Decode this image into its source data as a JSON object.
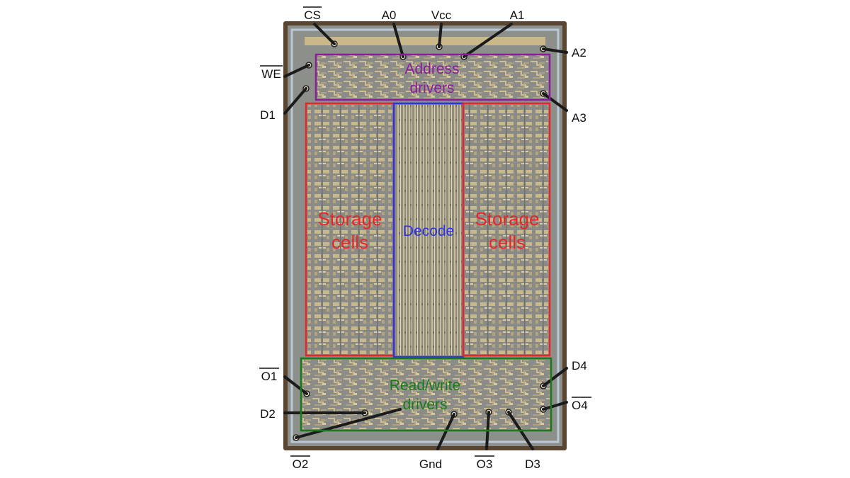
{
  "pins": {
    "cs": "CS",
    "a0": "A0",
    "vcc": "Vcc",
    "a1": "A1",
    "a2": "A2",
    "we": "WE",
    "d1": "D1",
    "a3": "A3",
    "o1": "O1",
    "d2": "D2",
    "d4": "D4",
    "o4": "O4",
    "o2": "O2",
    "gnd": "Gnd",
    "o3": "O3",
    "d3": "D3"
  },
  "regions": {
    "address": {
      "line1": "Address",
      "line2": "drivers",
      "color": "#8b1d9c"
    },
    "storage_left": {
      "line1": "Storage",
      "line2": "cells",
      "color": "#e8262a"
    },
    "decode": {
      "line1": "Decode",
      "color": "#2b35e0"
    },
    "storage_right": {
      "line1": "Storage",
      "line2": "cells",
      "color": "#e8262a"
    },
    "readwrite": {
      "line1": "Read/write",
      "line2": "drivers",
      "color": "#1a7a1a"
    }
  },
  "colors": {
    "die_frame": "#5a4630",
    "die_surface": "#8d8f8a",
    "metal": "#c9b98a"
  }
}
